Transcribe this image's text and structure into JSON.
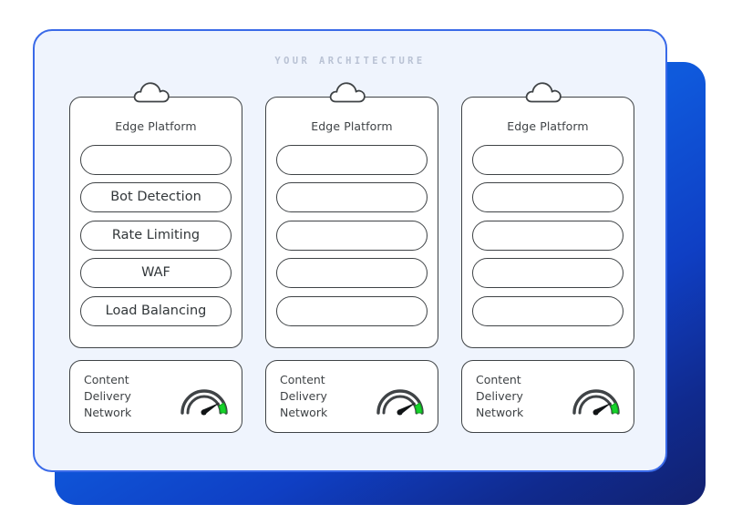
{
  "panel": {
    "title": "YOUR ARCHITECTURE",
    "border_color": "#3a6ae8",
    "fill_color": "#eff4fd",
    "shadow_color_top": "#0d7fe8",
    "shadow_color_bottom": "#12216f"
  },
  "columns": [
    {
      "card": {
        "icon": "cloud-icon",
        "title": "Edge Platform",
        "pills": [
          {
            "label": "",
            "empty": true
          },
          {
            "label": "Bot Detection",
            "empty": false
          },
          {
            "label": "Rate Limiting",
            "empty": false
          },
          {
            "label": "WAF",
            "empty": false
          },
          {
            "label": "Load Balancing",
            "empty": false
          }
        ]
      },
      "cdn": {
        "label_line1": "Content Delivery",
        "label_line2": "Network",
        "icon": "speedometer-gauge-icon",
        "gauge_accent_color": "#16d32a"
      }
    },
    {
      "card": {
        "icon": "cloud-icon",
        "title": "Edge Platform",
        "pills": [
          {
            "label": "",
            "empty": true
          },
          {
            "label": "",
            "empty": true
          },
          {
            "label": "",
            "empty": true
          },
          {
            "label": "",
            "empty": true
          },
          {
            "label": "",
            "empty": true
          }
        ]
      },
      "cdn": {
        "label_line1": "Content Delivery",
        "label_line2": "Network",
        "icon": "speedometer-gauge-icon",
        "gauge_accent_color": "#16d32a"
      }
    },
    {
      "card": {
        "icon": "cloud-icon",
        "title": "Edge Platform",
        "pills": [
          {
            "label": "",
            "empty": true
          },
          {
            "label": "",
            "empty": true
          },
          {
            "label": "",
            "empty": true
          },
          {
            "label": "",
            "empty": true
          },
          {
            "label": "",
            "empty": true
          }
        ]
      },
      "cdn": {
        "label_line1": "Content Delivery",
        "label_line2": "Network",
        "icon": "speedometer-gauge-icon",
        "gauge_accent_color": "#16d32a"
      }
    }
  ]
}
